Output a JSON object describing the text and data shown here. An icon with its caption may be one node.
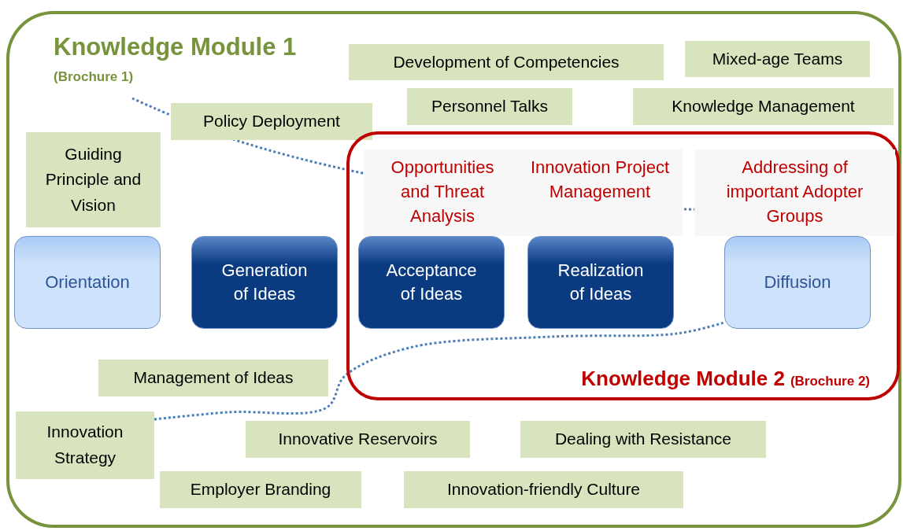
{
  "diagram": {
    "nodes": [
      {
        "text": [
          "Knowledge Module 1",
          "(Brochure 1)"
        ]
      },
      {
        "text": [
          "Development of Competencies"
        ],
        "in": 0
      },
      {
        "text": [
          "Mixed-age Teams"
        ],
        "in": 0
      },
      {
        "text": [
          "Personnel Talks"
        ],
        "in": 0
      },
      {
        "text": [
          "Knowledge Management"
        ],
        "in": 0
      },
      {
        "text": [
          "Policy Deployment"
        ],
        "in": 0
      },
      {
        "text": [
          "Knowledge Module 2",
          "(Brochure 2)"
        ],
        "in": 0
      },
      {
        "text": [
          "Guiding Principle and Vision"
        ],
        "in": 0
      },
      {
        "text": [
          "Opportunities and Threat Analysis"
        ],
        "in": 6
      },
      {
        "text": [
          "Innovation Project Management"
        ],
        "in": 6
      },
      {
        "text": [
          "Addressing of important Adopter Groups"
        ],
        "in": 6
      },
      {
        "text": [
          "Orientation"
        ],
        "in": 0
      },
      {
        "text": [
          "Generation of Ideas"
        ],
        "in": 0
      },
      {
        "text": [
          "Acceptance of Ideas"
        ],
        "in": 6
      },
      {
        "text": [
          "Realization of Ideas"
        ],
        "in": 6
      },
      {
        "text": [
          "Diffusion"
        ],
        "in": 6
      },
      {
        "text": [
          "Management of Ideas"
        ],
        "in": 0
      },
      {
        "text": [
          "Innovation Strategy"
        ],
        "in": 0
      },
      {
        "text": [
          "Innovative Reservoirs"
        ],
        "in": 0
      },
      {
        "text": [
          "Dealing with Resistance"
        ],
        "in": 0
      },
      {
        "text": [
          "Employer Branding"
        ],
        "in": 0
      },
      {
        "text": [
          "Innovation-friendly Culture"
        ],
        "in": 0
      }
    ],
    "edges": [
      {
        "from": 17,
        "to": 15,
        "arrow": "none",
        "style": "dashed"
      }
    ]
  }
}
